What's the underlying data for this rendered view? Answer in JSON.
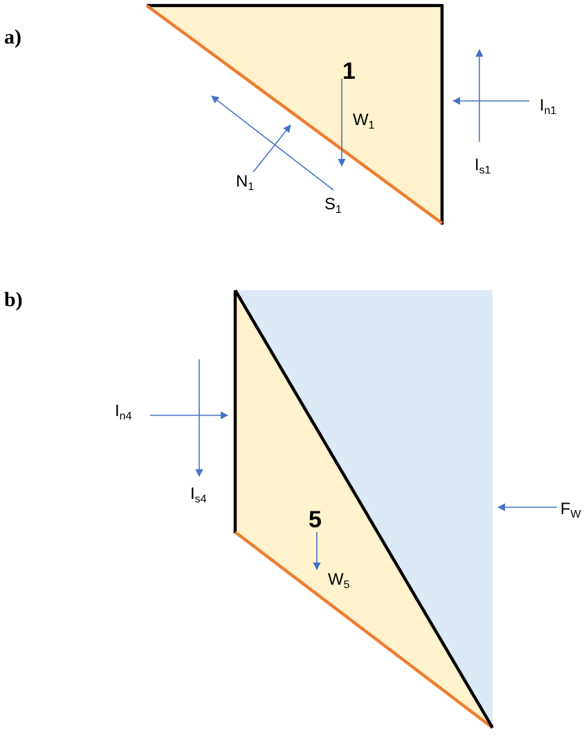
{
  "panels": {
    "a": {
      "label": "a)"
    },
    "b": {
      "label": "b)"
    }
  },
  "blocks": {
    "block1": {
      "number": "1"
    },
    "block5": {
      "number": "5"
    }
  },
  "forces": {
    "W1": {
      "main": "W",
      "sub": "1"
    },
    "In1": {
      "main": "I",
      "sub": "n1"
    },
    "Is1": {
      "main": "I",
      "sub": "s1"
    },
    "N1": {
      "main": "N",
      "sub": "1"
    },
    "S1": {
      "main": "S",
      "sub": "1"
    },
    "In4": {
      "main": "I",
      "sub": "n4"
    },
    "Is4": {
      "main": "I",
      "sub": "s4"
    },
    "W5": {
      "main": "W",
      "sub": "5"
    },
    "Fw": {
      "main": "F",
      "sub": "W"
    }
  },
  "colors": {
    "block_fill": "#fff2cc",
    "water_fill": "#dee9f6",
    "slip_surface": "#ed7d31",
    "boundary": "#000000",
    "force_arrow": "#4472c4"
  }
}
